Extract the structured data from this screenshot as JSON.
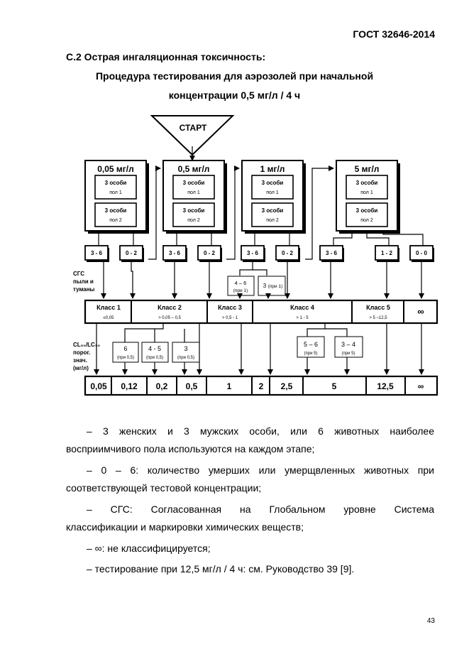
{
  "header": {
    "standard": "ГОСТ 32646-2014"
  },
  "section_title": "С.2 Острая ингаляционная токсичность:",
  "subtitle_line1": "Процедура тестирования для аэрозолей при начальной",
  "subtitle_line2": "концентрации 0,5 мг/л / 4 ч",
  "flowchart": {
    "start": "СТАРТ",
    "stages": [
      {
        "conc": "0,05 мг/л",
        "sub1": "3 особи",
        "sub1b": "пол 1",
        "sub2": "3 особи",
        "sub2b": "пол 2"
      },
      {
        "conc": "0,5 мг/л",
        "sub1": "3 особи",
        "sub1b": "пол 1",
        "sub2": "3 особи",
        "sub2b": "пол 2"
      },
      {
        "conc": "1 мг/л",
        "sub1": "3 особи",
        "sub1b": "пол 1",
        "sub2": "3 особи",
        "sub2b": "пол 2"
      },
      {
        "conc": "5 мг/л",
        "sub1": "3 особи",
        "sub1b": "пол 1",
        "sub2": "3 особи",
        "sub2b": "пол 2"
      }
    ],
    "outcomes": [
      "3 - 6",
      "0 - 2",
      "3 - 6",
      "0 - 2",
      "3 - 6",
      "0 - 2",
      "3 - 6",
      "1 - 2",
      "0 - 0"
    ],
    "mid_boxes": [
      {
        "val": "4 – 6",
        "note": "(при 1)"
      },
      {
        "val": "3",
        "note": "(при 1)"
      }
    ],
    "label_ghs": [
      "СГС",
      "пыли и",
      "туманы"
    ],
    "classes": [
      {
        "name": "Класс 1",
        "range": "≤0,05"
      },
      {
        "name": "Класс 2",
        "range": "> 0,05 – 0,5"
      },
      {
        "name": "Класс 3",
        "range": "> 0,5 - 1"
      },
      {
        "name": "Класс 4",
        "range": "> 1 - 5"
      },
      {
        "name": "Класс 5",
        "range": "> 5 –12,5"
      },
      {
        "name": "∞",
        "range": ""
      }
    ],
    "label_cl": [
      "CL₅₀/LC₅₀",
      "порог.",
      "знач.",
      "(мг/л)"
    ],
    "low_boxes": [
      {
        "val": "6",
        "note": "(при 0,5)"
      },
      {
        "val": "4 - 5",
        "note": "(при 0,5)"
      },
      {
        "val": "3",
        "note": "(при 0,5)"
      },
      {
        "val": "5 – 6",
        "note": "(при 5)"
      },
      {
        "val": "3 – 4",
        "note": "(при 5)"
      }
    ],
    "values": [
      "0,05",
      "0,12",
      "0,2",
      "0,5",
      "1",
      "2",
      "2,5",
      "5",
      "12,5",
      "∞"
    ]
  },
  "notes": [
    {
      "l1": "– 3 женских и 3 мужских особи, или 6 животных наиболее",
      "l2": "восприимчивого пола используются на каждом этапе;"
    },
    {
      "l1": "– 0 – 6: количество умерших или умерщвленных животных при",
      "l2": "соответствующей тестовой концентрации;"
    },
    {
      "l1": "– СГС: Согласованная на Глобальном уровне Система",
      "l2": "классификации и маркировки химических веществ;"
    },
    {
      "l1": "– ∞: не классифицируется;"
    },
    {
      "l1": "– тестирование при 12,5 мг/л / 4 ч: см. Руководство 39 [9]."
    }
  ],
  "page_number": "43"
}
